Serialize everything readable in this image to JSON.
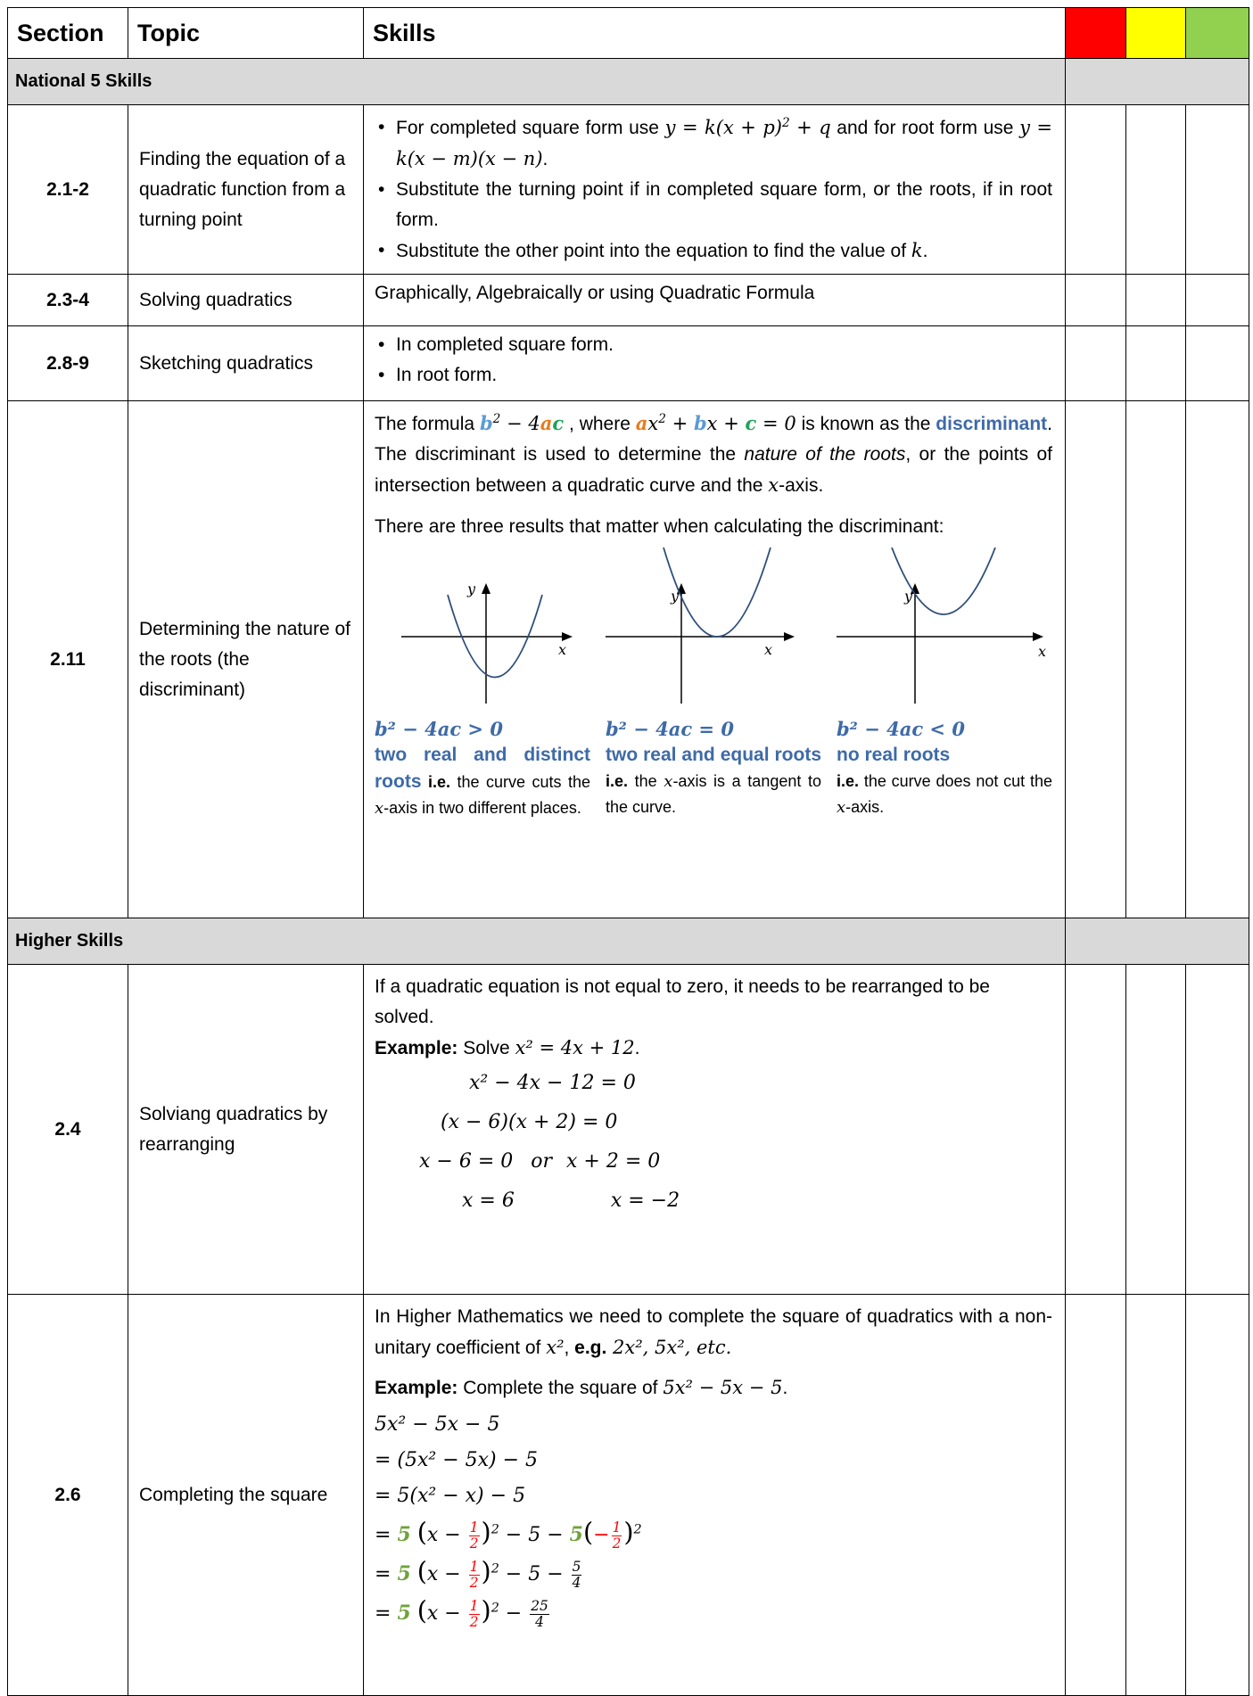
{
  "header": {
    "section": "Section",
    "topic": "Topic",
    "skills": "Skills"
  },
  "rag_colors": {
    "red": "#ff0000",
    "amber": "#ffff00",
    "green": "#92d050"
  },
  "band_national5": "National 5 Skills",
  "band_higher": "Higher Skills",
  "rows": [
    {
      "section": "2.1-2",
      "topic": "Finding the equation of a quadratic function from a turning point",
      "bullets": [
        {
          "a": "For completed square form use ",
          "m1": "y = k(x + p)",
          "m1sup": "2",
          "m1b": " + q",
          "b": " and for root form use ",
          "m2": "y = k(x − m)(x − n)",
          "c": "."
        },
        {
          "text": "Substitute the turning point if in completed square form, or the roots, if in root form."
        },
        {
          "a": "Substitute the other point into the equation to find the value of ",
          "m": "k",
          "b": "."
        }
      ]
    },
    {
      "section": "2.3-4",
      "topic": "Solving quadratics",
      "text": "Graphically, Algebraically or using Quadratic Formula"
    },
    {
      "section": "2.8-9",
      "topic": "Sketching quadratics",
      "bullets": [
        "In completed square form.",
        "In root form."
      ]
    },
    {
      "section": "2.11",
      "topic": "Determining the nature of the roots (the discriminant)",
      "p1_a": "The formula ",
      "p1_where": " , where ",
      "p1_is": " is known as the ",
      "p1_disc": "discriminant",
      "p1_b": ".  The discriminant is used to determine the ",
      "p1_nature": "nature of the roots",
      "p1_c": ", or the points of intersection between a quadratic curve and the ",
      "p1_xaxis": "x",
      "p1_d": "-axis.",
      "p2": "There are three results that matter when calculating the discriminant:",
      "axis_x": "x",
      "axis_y": "y",
      "cases": [
        {
          "ineq": "b² − 4ac > 0",
          "title": "two real and distinct roots",
          "ie": "i.e.",
          "desc_a": " the curve cuts the ",
          "desc_x": "x",
          "desc_b": "-axis in two different places."
        },
        {
          "ineq": "b² − 4ac = 0",
          "title": "two real and equal roots",
          "ie": "i.e.",
          "desc_a": " the ",
          "desc_x": "x",
          "desc_b": "-axis is a tangent to the curve."
        },
        {
          "ineq": "b² − 4ac < 0",
          "title": "no real roots",
          "ie": "i.e.",
          "desc_a": " the curve does not cut the ",
          "desc_x": "x",
          "desc_b": "-axis."
        }
      ]
    },
    {
      "section": "2.4",
      "topic": "Solviang quadratics by rearranging",
      "intro": "If a quadratic equation is not equal to zero, it needs to be rearranged to be solved.",
      "example_label": "Example:",
      "example_text": " Solve ",
      "example_eq": "x² = 4x + 12",
      "example_end": ".",
      "lines": [
        "x² − 4x − 12 = 0",
        "(x − 6)(x + 2) = 0",
        "x − 6 = 0",
        "or",
        "x + 2 = 0",
        "x = 6",
        "x = −2"
      ]
    },
    {
      "section": "2.6",
      "topic": "Completing the square",
      "intro_a": "In Higher Mathematics we need to complete the square of quadratics with a non-unitary coefficient of ",
      "intro_x2": "x²",
      "intro_eg": "e.g.",
      "intro_b": " 2x², 5x², etc.",
      "example_label": "Example:",
      "example_text": " Complete the square of ",
      "example_expr": "5x² − 5x − 5",
      "example_end": ".",
      "lines": [
        "5x² − 5x − 5",
        "= (5x² − 5x) − 5",
        "= 5(x² − x) − 5"
      ],
      "coef": "5",
      "half": "1",
      "den": "2",
      "minus5": "− 5 −",
      "five": "5",
      "four": "4",
      "twentyfive": "25"
    }
  ]
}
